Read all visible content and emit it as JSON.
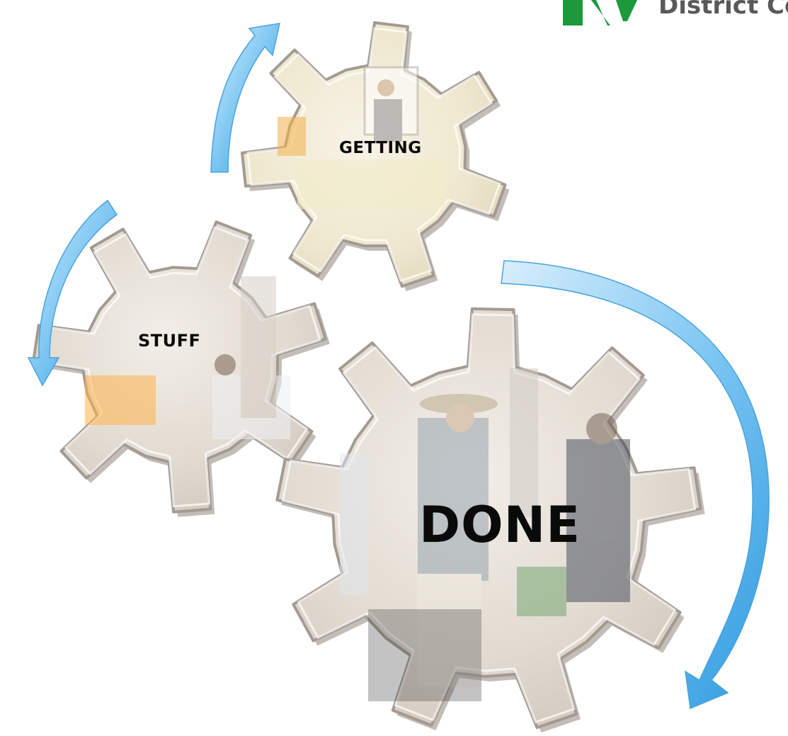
{
  "logo": {
    "text": "District Co",
    "icon": "council-logo-mark",
    "color": "#1a9a3a"
  },
  "gears": [
    {
      "id": "getting",
      "label": "GETTING"
    },
    {
      "id": "stuff",
      "label": "STUFF"
    },
    {
      "id": "done",
      "label": "DONE"
    }
  ],
  "arrows": [
    {
      "id": "arrow-to-getting",
      "icon": "curved-arrow-up"
    },
    {
      "id": "arrow-to-stuff",
      "icon": "curved-arrow-down"
    },
    {
      "id": "arrow-from-done",
      "icon": "curved-arrow-down"
    }
  ],
  "colors": {
    "arrow": "#3aa6e8",
    "gear_fill": "#e4ddd3",
    "gear_edge": "#9a928a",
    "label": "#0a0a0a"
  }
}
